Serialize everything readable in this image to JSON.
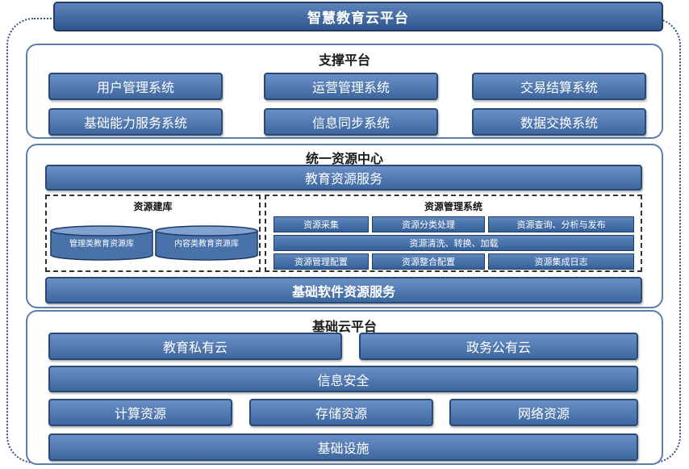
{
  "title": "智慧教育云平台",
  "support": {
    "title": "支撑平台",
    "items": [
      "用户管理系统",
      "运营管理系统",
      "交易结算系统",
      "基础能力服务系统",
      "信息同步系统",
      "数据交换系统"
    ]
  },
  "resource_center": {
    "title": "统一资源中心",
    "edu_service": "教育资源服务",
    "lib": {
      "title": "资源建库",
      "db1": "管理类教育资源库",
      "db2": "内容类教育资源库"
    },
    "mgmt": {
      "title": "资源管理系统",
      "row1": [
        "资源采集",
        "资源分类处理",
        "资源查询、分析与发布"
      ],
      "row2": "资源清洗、转换、加载",
      "row3": [
        "资源管理配置",
        "资源整合配置",
        "资源集成日志"
      ]
    },
    "base_software": "基础软件资源服务"
  },
  "cloud": {
    "title": "基础云平台",
    "private_cloud": "教育私有云",
    "public_cloud": "政务公有云",
    "security": "信息安全",
    "compute": "计算资源",
    "storage": "存储资源",
    "network": "网络资源",
    "infra": "基础设施"
  }
}
